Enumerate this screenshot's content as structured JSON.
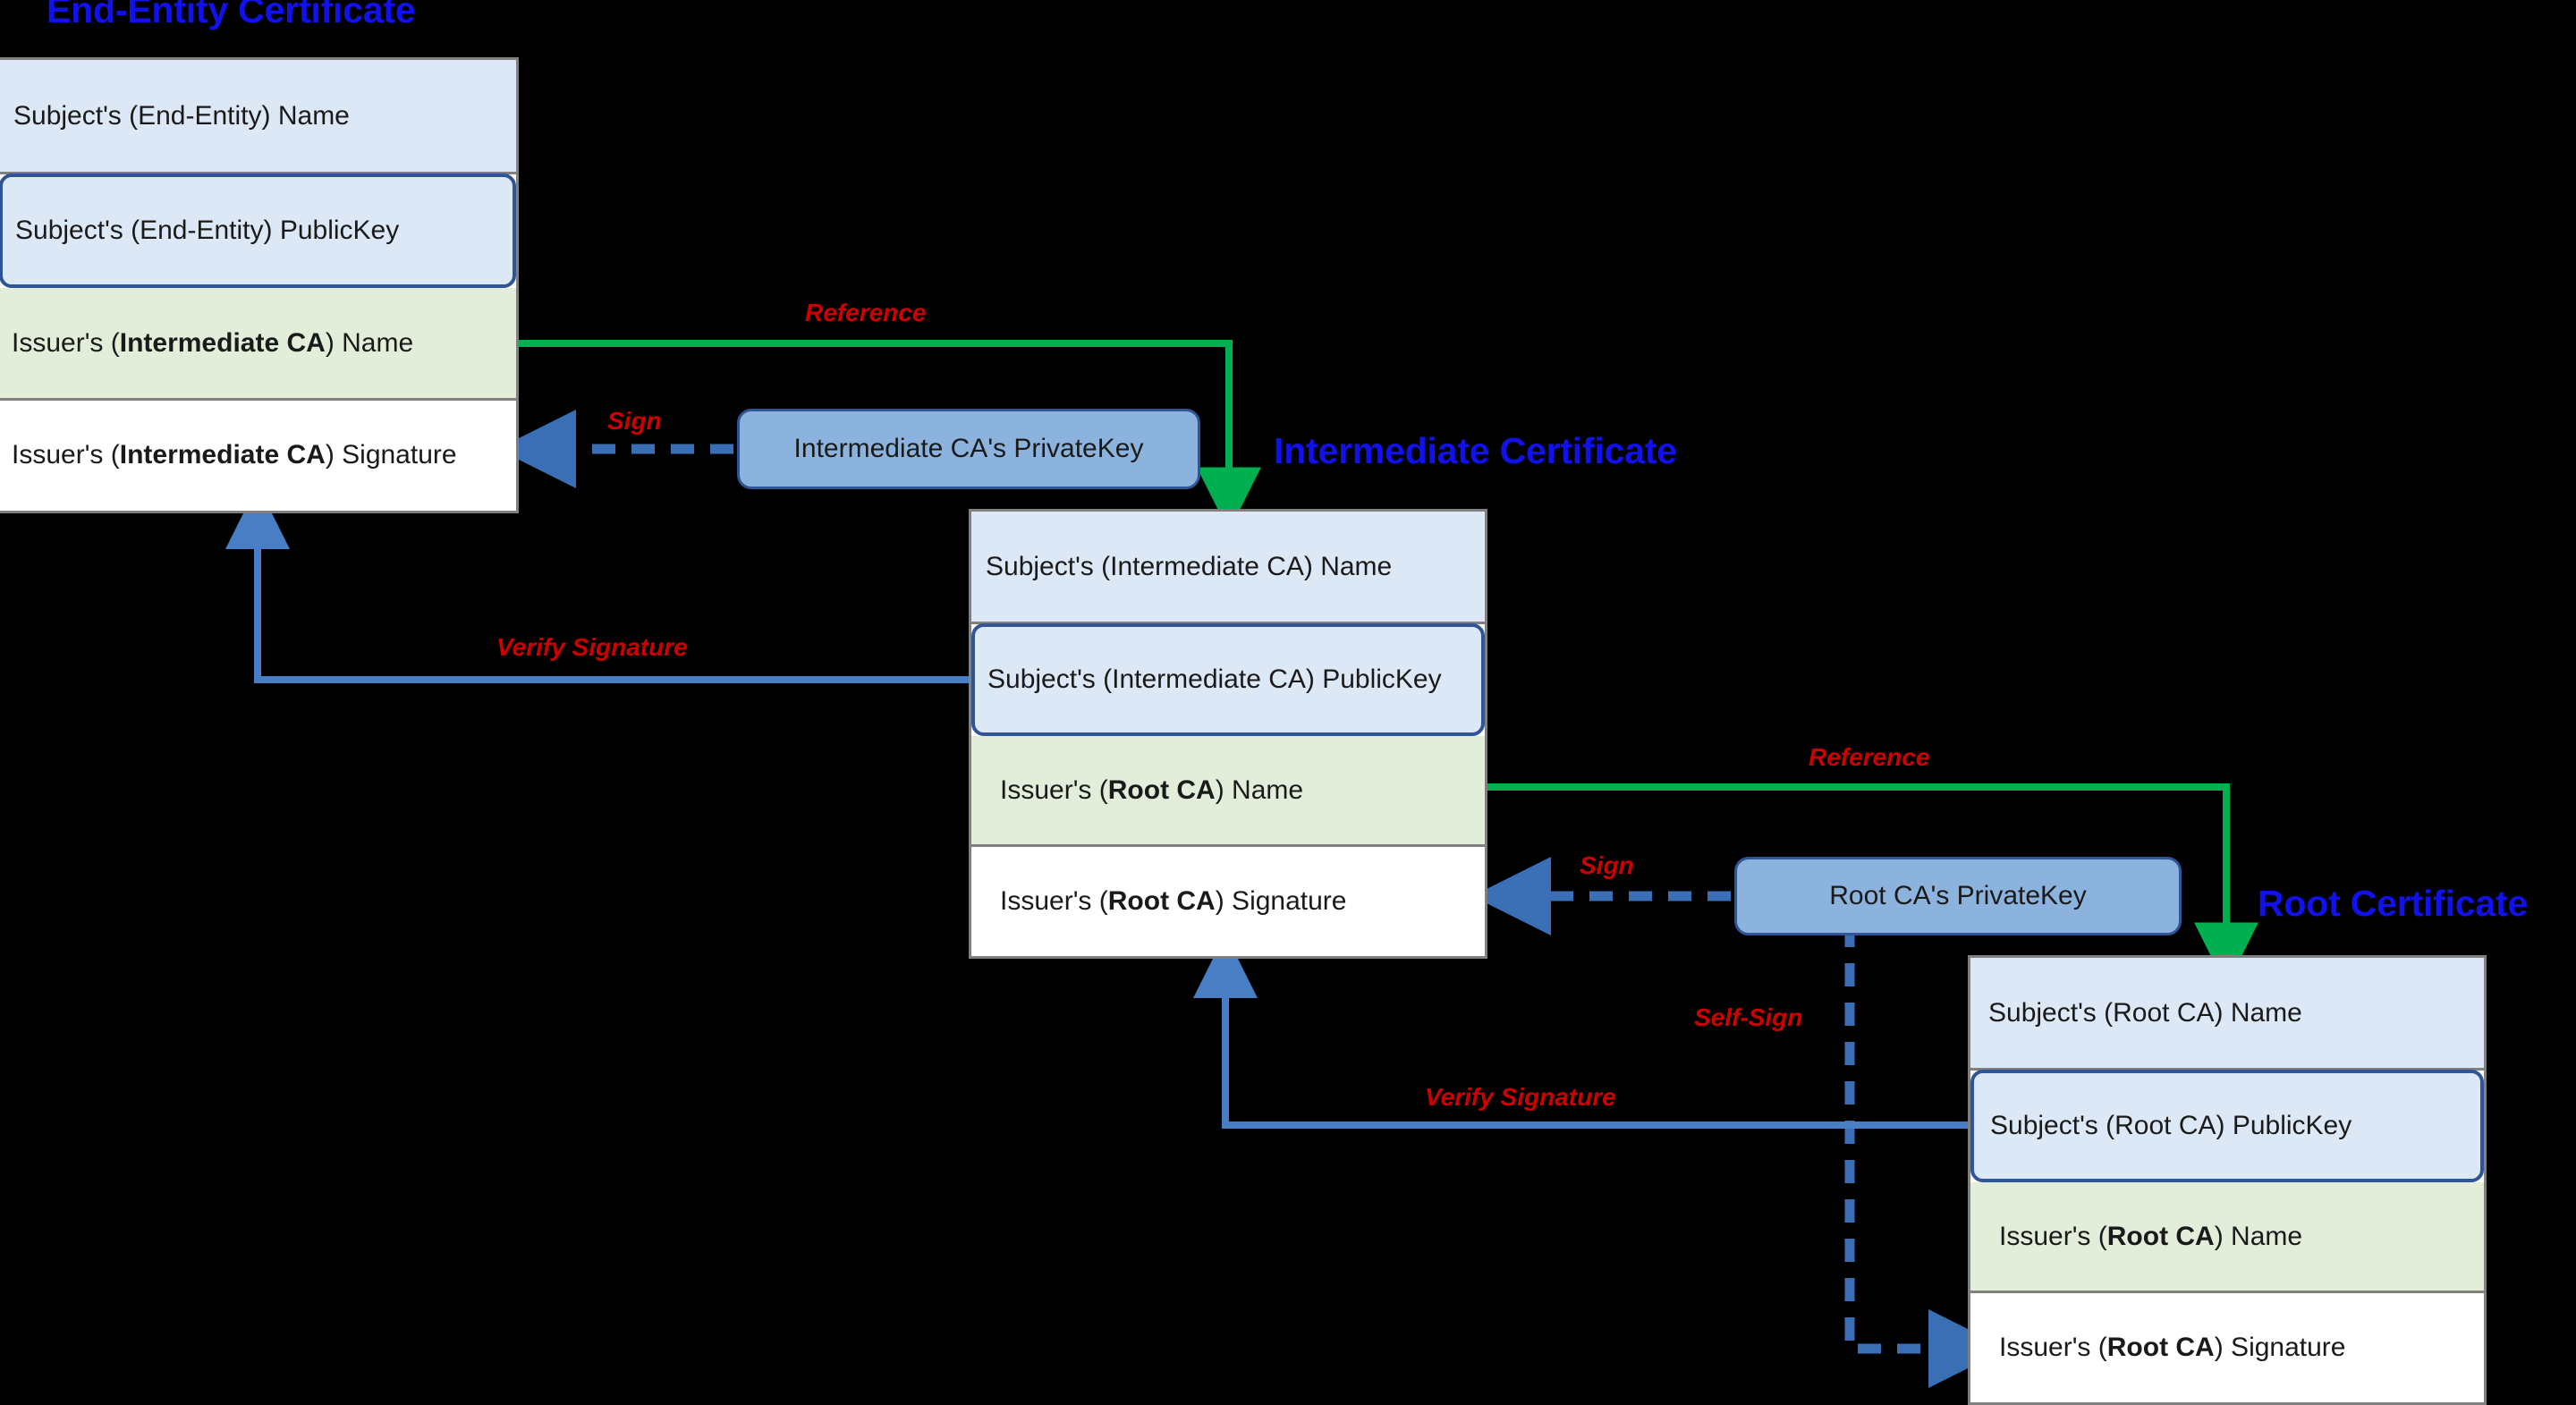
{
  "diagram": {
    "title_color": "#1111ee",
    "label_color": "#cc0000",
    "reference_arrow_color": "#00b050",
    "sign_arrow_color": "#3a6fb5",
    "verify_arrow_color": "#4a7ec4",
    "background": "#000000"
  },
  "certificates": [
    {
      "id": "end-entity",
      "title": "End-Entity Certificate",
      "rows": [
        {
          "id": "subject-name",
          "prefix": "Subject's (End-Entity) Name",
          "bold": "",
          "suffix": ""
        },
        {
          "id": "subject-publickey",
          "prefix": "Subject's (End-Entity) PublicKey",
          "bold": "",
          "suffix": ""
        },
        {
          "id": "issuer-name",
          "prefix": "Issuer's (",
          "bold": "Intermediate CA",
          "suffix": ") Name"
        },
        {
          "id": "issuer-signature",
          "prefix": "Issuer's (",
          "bold": "Intermediate CA",
          "suffix": ") Signature"
        }
      ]
    },
    {
      "id": "intermediate",
      "title": "Intermediate Certificate",
      "rows": [
        {
          "id": "subject-name",
          "prefix": "Subject's (Intermediate CA) Name",
          "bold": "",
          "suffix": ""
        },
        {
          "id": "subject-publickey",
          "prefix": "Subject's (Intermediate CA) PublicKey",
          "bold": "",
          "suffix": ""
        },
        {
          "id": "issuer-name",
          "prefix": "Issuer's (",
          "bold": "Root CA",
          "suffix": ") Name"
        },
        {
          "id": "issuer-signature",
          "prefix": "Issuer's (",
          "bold": "Root CA",
          "suffix": ") Signature"
        }
      ]
    },
    {
      "id": "root",
      "title": "Root Certificate",
      "rows": [
        {
          "id": "subject-name",
          "prefix": "Subject's (Root CA) Name",
          "bold": "",
          "suffix": ""
        },
        {
          "id": "subject-publickey",
          "prefix": "Subject's (Root CA) PublicKey",
          "bold": "",
          "suffix": ""
        },
        {
          "id": "issuer-name",
          "prefix": "Issuer's (",
          "bold": "Root CA",
          "suffix": ") Name"
        },
        {
          "id": "issuer-signature",
          "prefix": "Issuer's (",
          "bold": "Root CA",
          "suffix": ") Signature"
        }
      ]
    }
  ],
  "private_keys": [
    {
      "id": "intermediate-ca-privatekey",
      "label": "Intermediate CA's PrivateKey"
    },
    {
      "id": "root-ca-privatekey",
      "label": "Root CA's PrivateKey"
    }
  ],
  "edges": [
    {
      "id": "reference-ee-to-intermediate",
      "label": "Reference",
      "kind": "reference"
    },
    {
      "id": "sign-intermediate-key-to-ee-sig",
      "label": "Sign",
      "kind": "sign"
    },
    {
      "id": "verify-ee-signature",
      "label": "Verify Signature",
      "kind": "verify"
    },
    {
      "id": "reference-intermediate-to-root",
      "label": "Reference",
      "kind": "reference"
    },
    {
      "id": "sign-root-key-to-intermediate-sig",
      "label": "Sign",
      "kind": "sign"
    },
    {
      "id": "self-sign-root",
      "label": "Self-Sign",
      "kind": "sign"
    },
    {
      "id": "verify-intermediate-signature",
      "label": "Verify Signature",
      "kind": "verify"
    }
  ]
}
